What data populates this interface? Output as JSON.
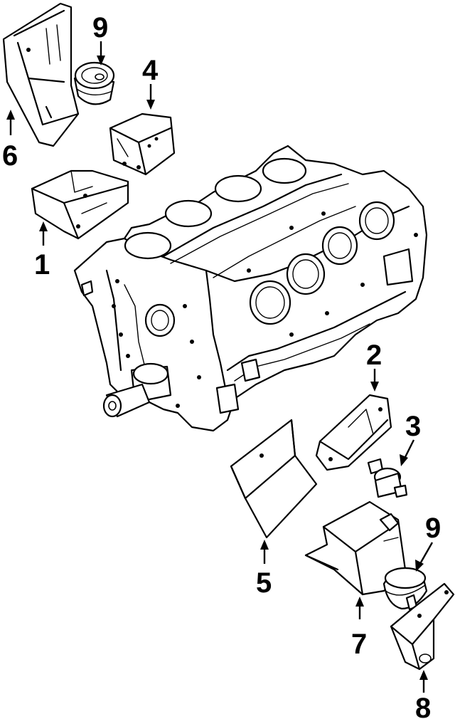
{
  "callouts": [
    {
      "id": "c1",
      "number": "1"
    },
    {
      "id": "c2",
      "number": "2"
    },
    {
      "id": "c3",
      "number": "3"
    },
    {
      "id": "c4",
      "number": "4"
    },
    {
      "id": "c5",
      "number": "5"
    },
    {
      "id": "c6",
      "number": "6"
    },
    {
      "id": "c7",
      "number": "7"
    },
    {
      "id": "c8",
      "number": "8"
    },
    {
      "id": "c9a",
      "number": "9"
    },
    {
      "id": "c9b",
      "number": "9"
    }
  ]
}
